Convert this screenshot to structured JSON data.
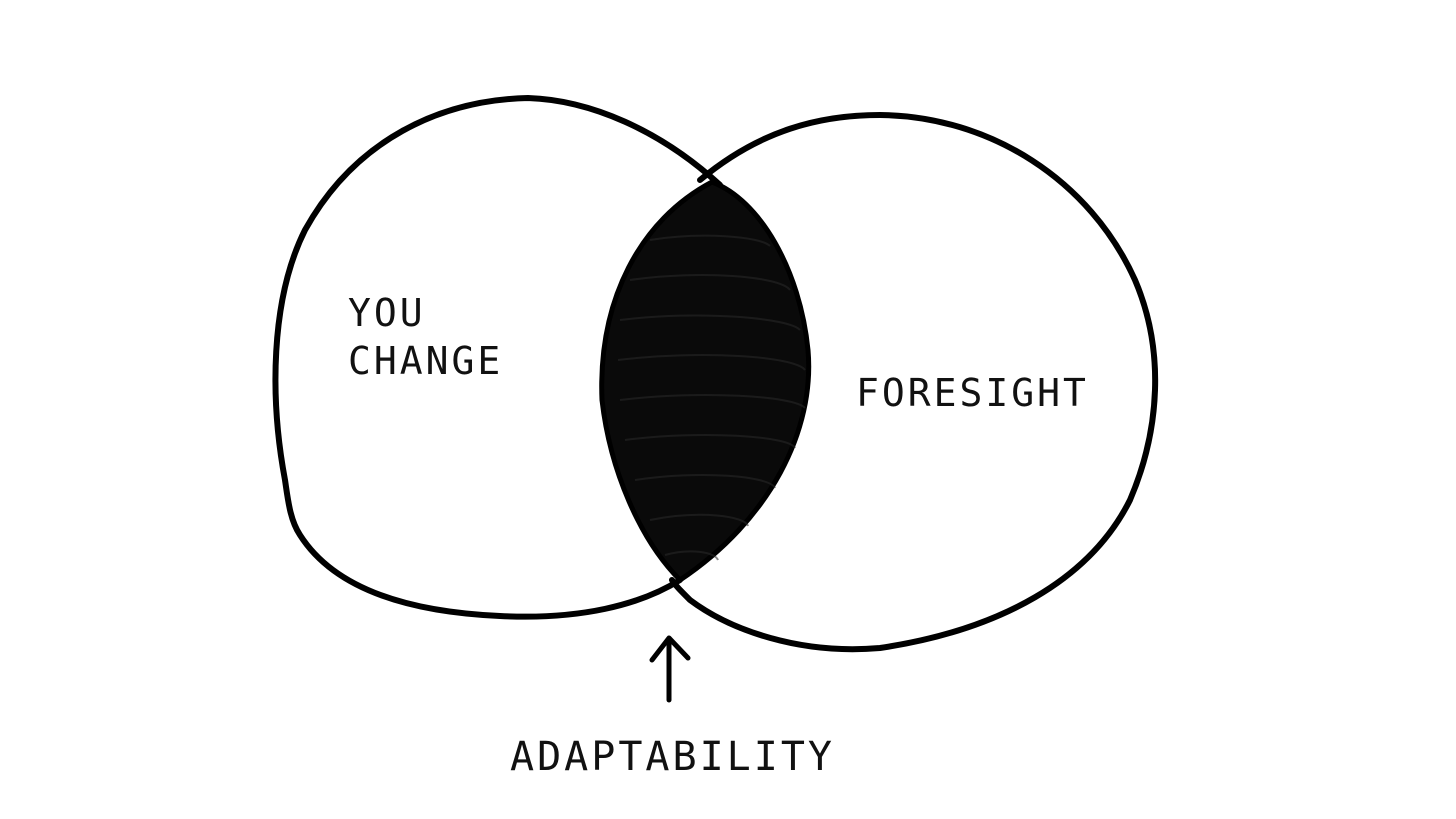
{
  "diagram": {
    "left_circle": {
      "label_line_1": "YOU",
      "label_line_2": "CHANGE"
    },
    "right_circle": {
      "label": "FORESIGHT"
    },
    "intersection": {
      "label": "ADAPTABILITY",
      "fill_color": "#000000"
    },
    "stroke_color": "#000000",
    "background_color": "#ffffff"
  }
}
